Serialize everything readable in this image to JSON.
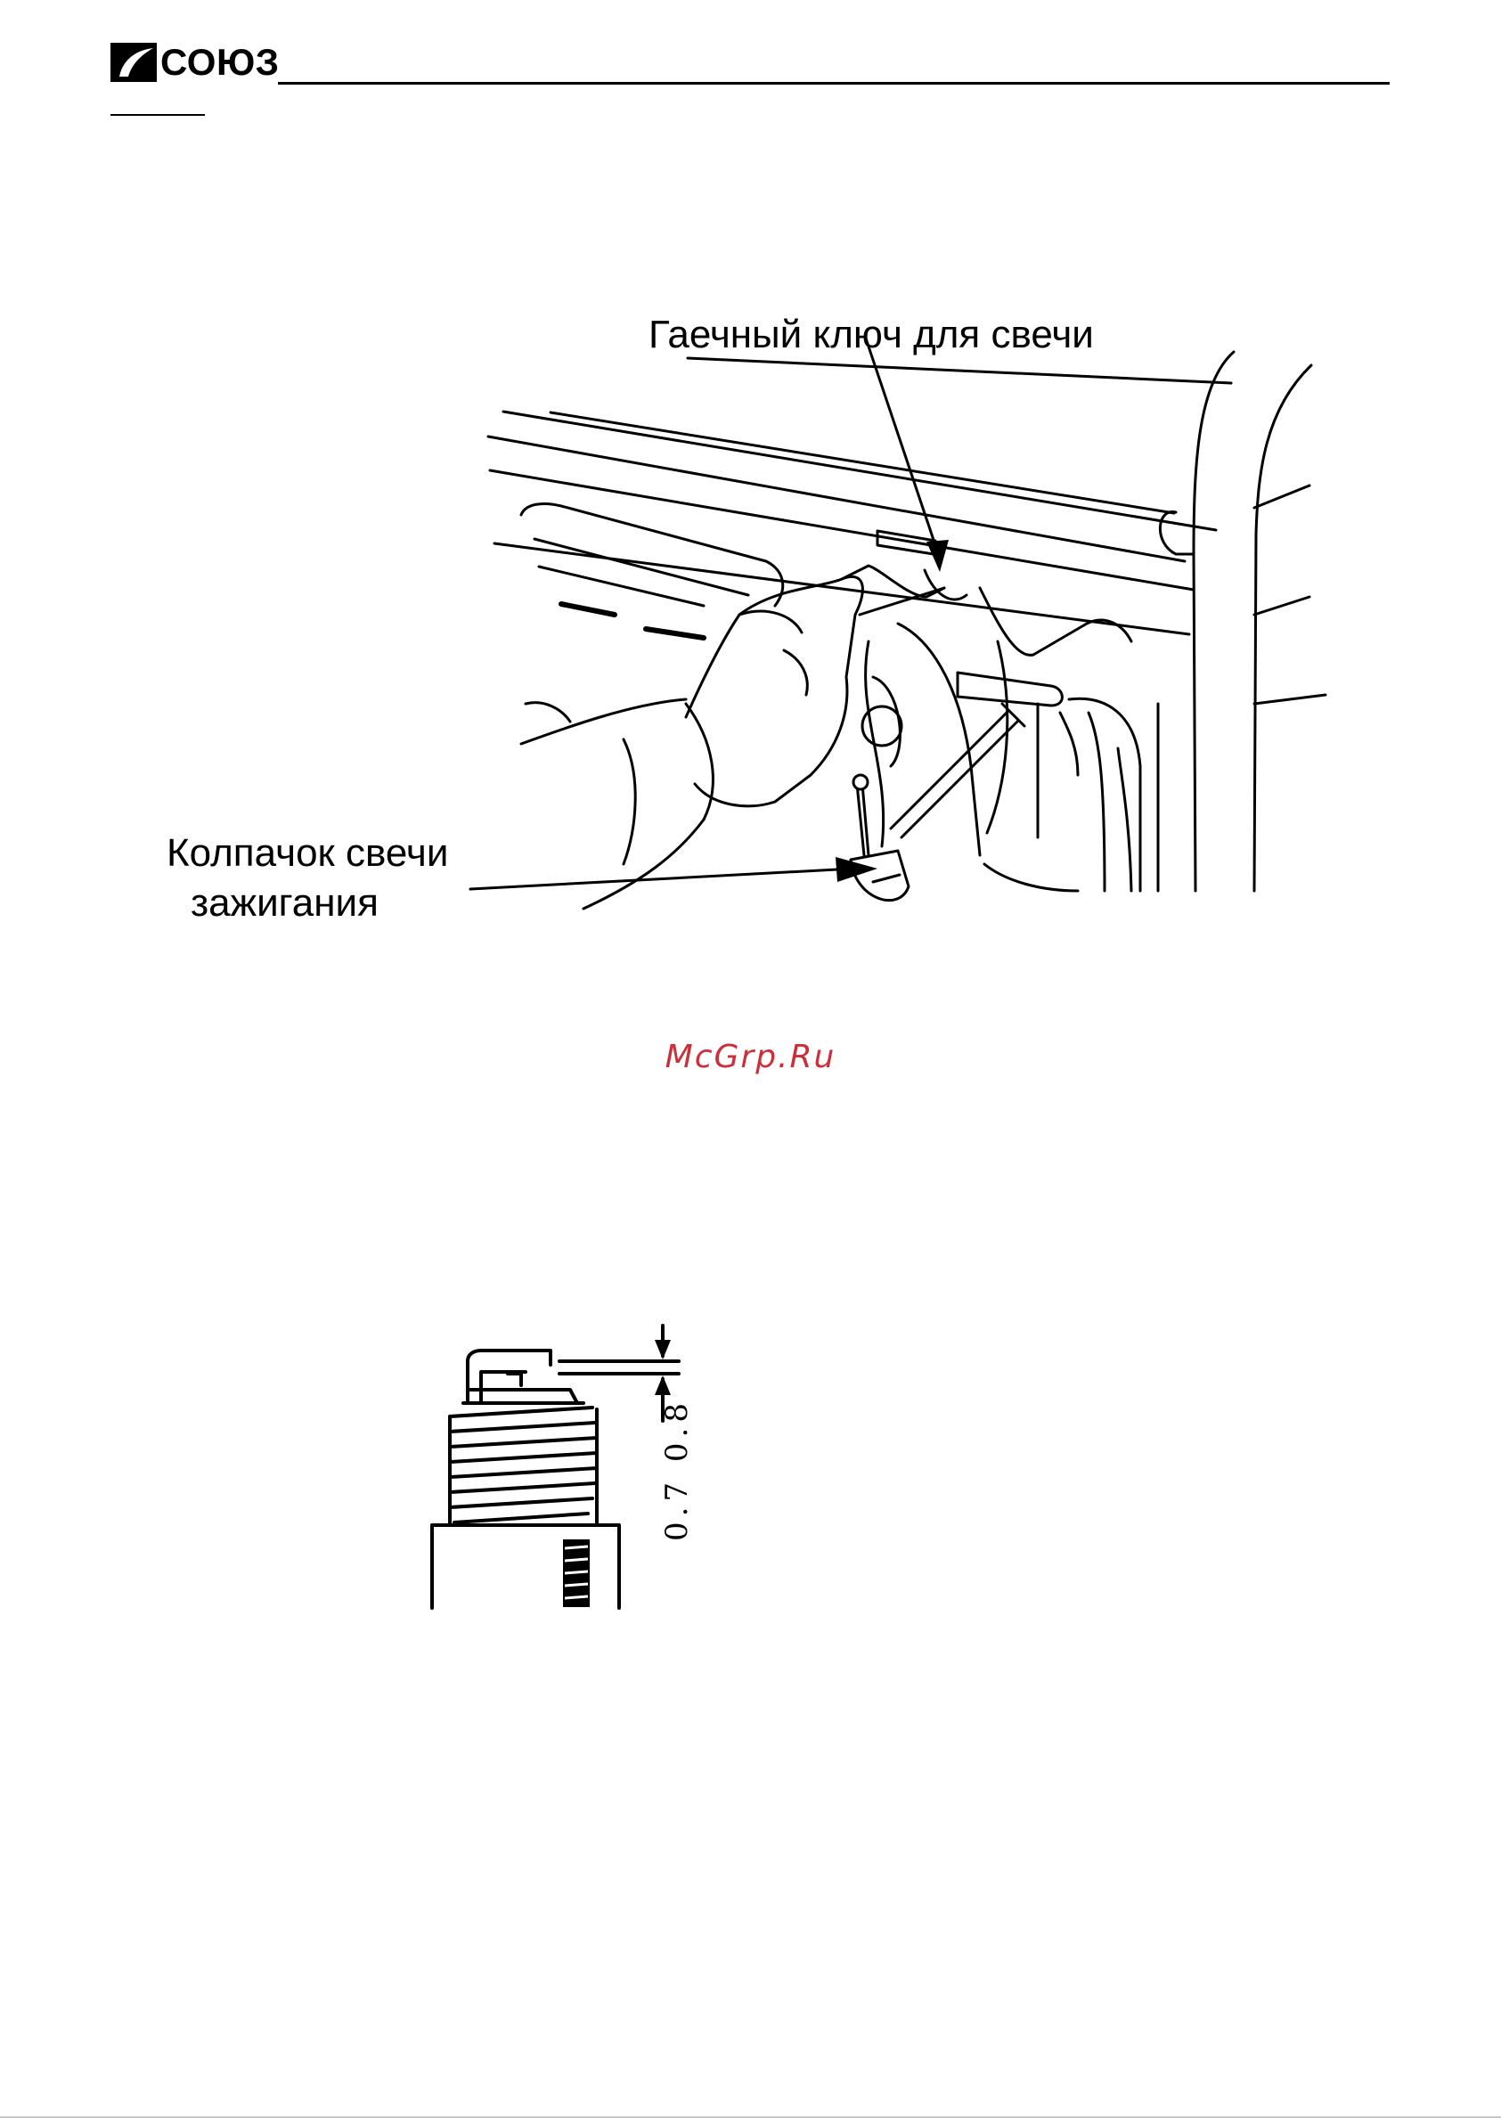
{
  "header": {
    "brand_name": "СОЮЗ",
    "logo_icon": "soyuz-logo-icon"
  },
  "figure_1": {
    "wrench_label": "Гаечный ключ для свечи",
    "cap_label_line1": "Колпачок свечи",
    "cap_label_line2": "зажигания"
  },
  "watermark": "McGrp.Ru",
  "figure_2": {
    "gap_label": "0.7 0.8"
  }
}
